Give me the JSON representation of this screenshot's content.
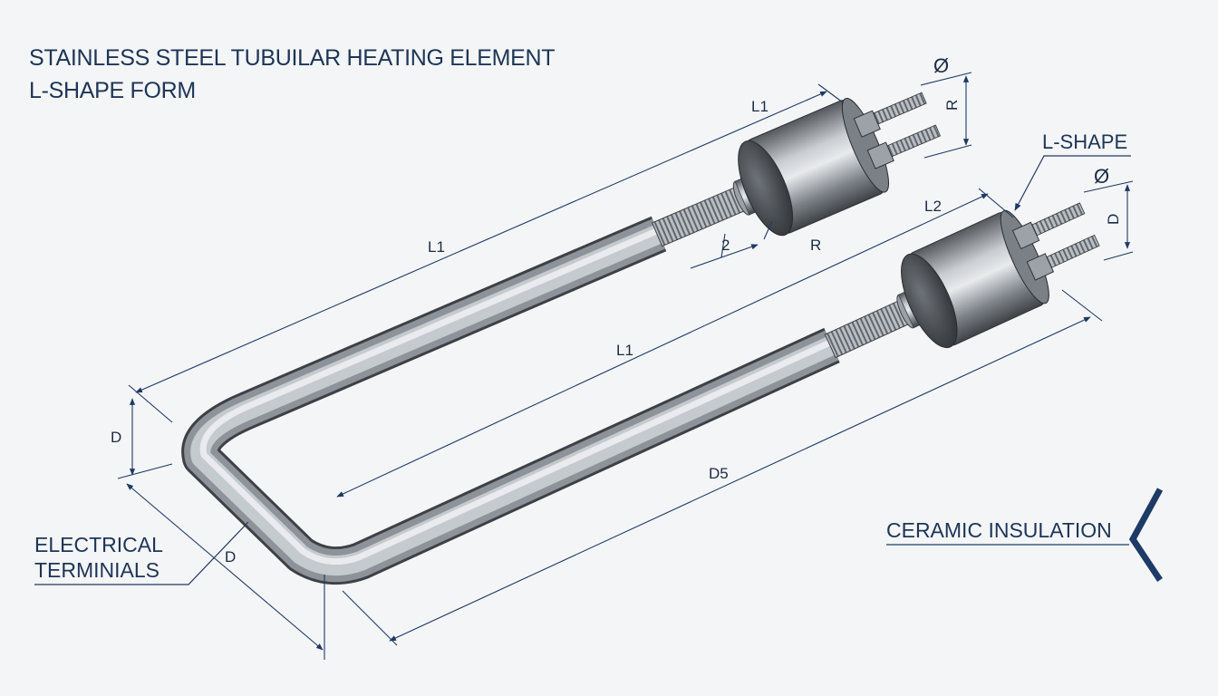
{
  "title": {
    "line1": "STAINLESS STEEL TUBUILAR HEATING ELEMENT",
    "line2": "L-SHAPE FORM"
  },
  "callouts": {
    "l_shape": "L-SHAPE",
    "ceramic_insulation": "CERAMIC INSULATION",
    "electrical_terminals_line1": "ELECTRICAL",
    "electrical_terminals_line2": "TERMINIALS"
  },
  "dimensions": {
    "l1_top": "L1",
    "l1_left": "L1",
    "l1_inner": "L1",
    "l2": "L2",
    "d5": "D5",
    "d_left": "D",
    "d_bottom": "D",
    "d_right": "D",
    "r_top": "R",
    "r_mid": "R",
    "dim_2": "2",
    "phi_top": "Ø",
    "phi_right": "Ø"
  },
  "colors": {
    "background": "#f4f5f6",
    "dimension_lines": "#1e3a66",
    "text": "#1d3557",
    "steel_dark": "#6f747a",
    "steel_light": "#e6e9ec"
  }
}
